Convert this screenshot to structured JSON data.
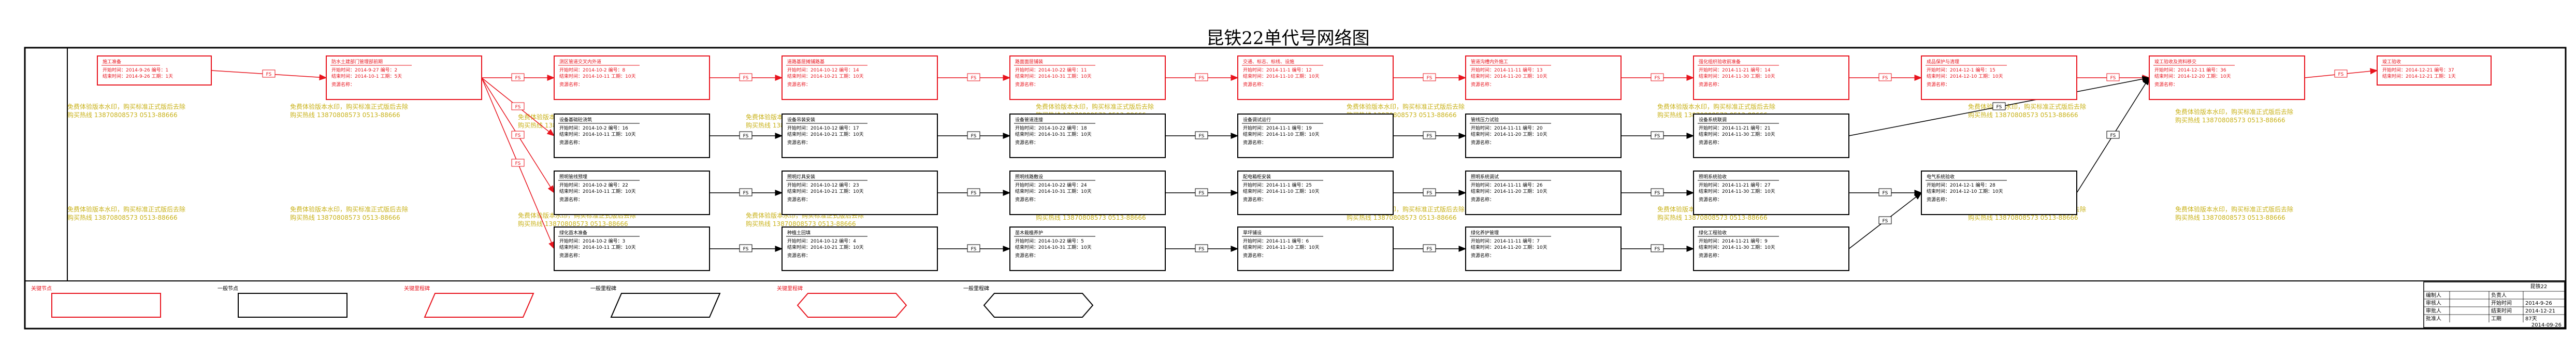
{
  "title": "昆铁22单代号网络图",
  "colors": {
    "critical": "#e8141e",
    "normal": "#000000",
    "watermark": "#c9b21a"
  },
  "labels": {
    "start": "开始时间：",
    "code": "编号：",
    "end": "结束时间：",
    "duration": "工期：",
    "resource": "资源名称："
  },
  "nodes": [
    {
      "id": "n1",
      "name": "施工准备",
      "start": "2014-9-26",
      "code": "1",
      "end": "2014-9-26",
      "dur": "1天",
      "critical": true
    },
    {
      "id": "n2",
      "name": "防水土建部门管理部前期",
      "start": "2014-9-27",
      "code": "2",
      "end": "2014-10-1",
      "dur": "5天",
      "critical": true
    },
    {
      "id": "n3",
      "name": "测区管道交叉内外道",
      "start": "2014-10-2",
      "code": "8",
      "end": "2014-10-11",
      "dur": "10天",
      "critical": true
    },
    {
      "id": "n4",
      "name": "道路基层摊铺路基",
      "start": "2014-10-12",
      "code": "14",
      "end": "2014-10-21",
      "dur": "10天",
      "critical": true
    },
    {
      "id": "n5",
      "name": "路面面层铺装",
      "start": "2014-10-22",
      "code": "11",
      "end": "2014-10-31",
      "dur": "10天",
      "critical": true
    },
    {
      "id": "n6",
      "name": "交通、标志、标线、设施",
      "start": "2014-11-1",
      "code": "12",
      "end": "2014-11-10",
      "dur": "10天",
      "critical": true
    },
    {
      "id": "n7",
      "name": "管道沟槽内外施工",
      "start": "2014-11-11",
      "code": "13",
      "end": "2014-11-20",
      "dur": "10天",
      "critical": true
    },
    {
      "id": "n8",
      "name": "强化组织验收前准备",
      "start": "2014-11-21",
      "code": "14",
      "end": "2014-11-30",
      "dur": "10天",
      "critical": true
    },
    {
      "id": "n9",
      "name": "成品保护与清理",
      "start": "2014-12-1",
      "code": "15",
      "end": "2014-12-10",
      "dur": "10天",
      "critical": true
    },
    {
      "id": "n10",
      "name": "竣工验收及资料移交",
      "start": "2014-12-11",
      "code": "36",
      "end": "2014-12-20",
      "dur": "10天",
      "critical": true
    },
    {
      "id": "n11",
      "name": "竣工验收",
      "start": "2014-12-21",
      "code": "37",
      "end": "2014-12-21",
      "dur": "1天",
      "critical": true
    },
    {
      "id": "r2a",
      "name": "设备基础砼浇筑",
      "start": "2014-10-2",
      "code": "16",
      "end": "2014-10-11",
      "dur": "10天",
      "critical": false
    },
    {
      "id": "r2b",
      "name": "设备吊装安装",
      "start": "2014-10-12",
      "code": "17",
      "end": "2014-10-21",
      "dur": "10天",
      "critical": false
    },
    {
      "id": "r2c",
      "name": "设备管道连接",
      "start": "2014-10-22",
      "code": "18",
      "end": "2014-10-31",
      "dur": "10天",
      "critical": false
    },
    {
      "id": "r2d",
      "name": "设备调试运行",
      "start": "2014-11-1",
      "code": "19",
      "end": "2014-11-10",
      "dur": "10天",
      "critical": false
    },
    {
      "id": "r2e",
      "name": "管线压力试验",
      "start": "2014-11-11",
      "code": "20",
      "end": "2014-11-20",
      "dur": "10天",
      "critical": false
    },
    {
      "id": "r2f",
      "name": "设备系统联调",
      "start": "2014-11-21",
      "code": "21",
      "end": "2014-11-30",
      "dur": "10天",
      "critical": false
    },
    {
      "id": "r3a",
      "name": "照明管线预埋",
      "start": "2014-10-2",
      "code": "22",
      "end": "2014-10-11",
      "dur": "10天",
      "critical": false
    },
    {
      "id": "r3b",
      "name": "照明灯具安装",
      "start": "2014-10-12",
      "code": "23",
      "end": "2014-10-21",
      "dur": "10天",
      "critical": false
    },
    {
      "id": "r3c",
      "name": "照明线路敷设",
      "start": "2014-10-22",
      "code": "24",
      "end": "2014-10-31",
      "dur": "10天",
      "critical": false
    },
    {
      "id": "r3d",
      "name": "配电箱柜安装",
      "start": "2014-11-1",
      "code": "25",
      "end": "2014-11-10",
      "dur": "10天",
      "critical": false
    },
    {
      "id": "r3e",
      "name": "照明系统调试",
      "start": "2014-11-11",
      "code": "26",
      "end": "2014-11-20",
      "dur": "10天",
      "critical": false
    },
    {
      "id": "r3f",
      "name": "照明系统验收",
      "start": "2014-11-21",
      "code": "27",
      "end": "2014-11-30",
      "dur": "10天",
      "critical": false
    },
    {
      "id": "r3g",
      "name": "电气系统验收",
      "start": "2014-12-1",
      "code": "28",
      "end": "2014-12-10",
      "dur": "10天",
      "critical": false
    },
    {
      "id": "r4a",
      "name": "绿化苗木准备",
      "start": "2014-10-2",
      "code": "3",
      "end": "2014-10-11",
      "dur": "10天",
      "critical": false
    },
    {
      "id": "r4b",
      "name": "种植土回填",
      "start": "2014-10-12",
      "code": "4",
      "end": "2014-10-21",
      "dur": "10天",
      "critical": false
    },
    {
      "id": "r4c",
      "name": "苗木栽植养护",
      "start": "2014-10-22",
      "code": "5",
      "end": "2014-10-31",
      "dur": "10天",
      "critical": false
    },
    {
      "id": "r4d",
      "name": "草坪铺设",
      "start": "2014-11-1",
      "code": "6",
      "end": "2014-11-10",
      "dur": "10天",
      "critical": false
    },
    {
      "id": "r4e",
      "name": "绿化养护管理",
      "start": "2014-11-11",
      "code": "7",
      "end": "2014-11-20",
      "dur": "10天",
      "critical": false
    },
    {
      "id": "r4f",
      "name": "绿化工程验收",
      "start": "2014-11-21",
      "code": "9",
      "end": "2014-11-30",
      "dur": "10天",
      "critical": false
    }
  ],
  "edges_lag": "FS",
  "watermark": {
    "line1": "免费体验版本水印，购买标准正式版后去除",
    "line2": "购买热线 13870808573 0513-88666"
  },
  "legend": [
    {
      "label": "关键节点",
      "kind": "critical-rect"
    },
    {
      "label": "一般节点",
      "kind": "normal-rect"
    },
    {
      "label": "关键里程碑",
      "kind": "critical-para"
    },
    {
      "label": "一般里程碑",
      "kind": "normal-para"
    },
    {
      "label": "关键里程碑",
      "kind": "critical-hex"
    },
    {
      "label": "一般里程碑",
      "kind": "normal-hex"
    }
  ],
  "title_block": {
    "heading": "昆铁22",
    "rows": [
      {
        "k": "编制人",
        "v": "",
        "k2": "负责人",
        "v2": ""
      },
      {
        "k": "审核人",
        "v": "",
        "k2": "开始时间",
        "v2": "2014-9-26"
      },
      {
        "k": "审批人",
        "v": "",
        "k2": "结束时间",
        "v2": "2014-12-21"
      },
      {
        "k": "批准人",
        "v": "",
        "k2": "工期",
        "v2": "87天"
      }
    ],
    "date": "2014-09-26"
  }
}
